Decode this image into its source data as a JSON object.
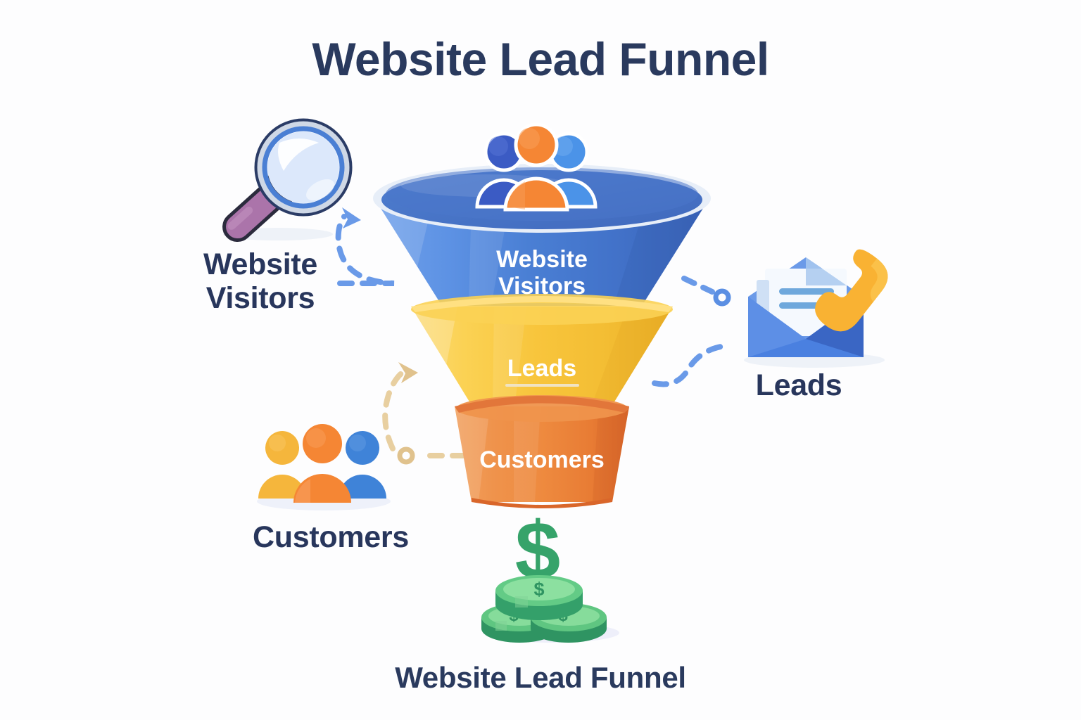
{
  "page": {
    "title": "Website Lead Funnel",
    "bottom_caption": "Website Lead Funnel",
    "background_color": "#fdfdfe",
    "heading_color": "#2a3a5e"
  },
  "funnel": {
    "stages": [
      {
        "id": "website-visitors",
        "label": "Website Visitors",
        "label_line_1": "Website",
        "label_line_2": "Visitors",
        "color": "#4a7fd4",
        "color_light": "#6c9ae8",
        "color_dark": "#3a66bb",
        "rim_color": "#dde7f5",
        "text_color": "#ffffff",
        "order": 1
      },
      {
        "id": "leads",
        "label": "Leads",
        "color": "#f8c53c",
        "color_light": "#ffd966",
        "color_dark": "#efb528",
        "rim_color": "#ffe082",
        "text_color": "#ffffff",
        "order": 2
      },
      {
        "id": "customers",
        "label": "Customers",
        "color": "#ef8b3f",
        "color_light": "#f39b55",
        "color_dark": "#dd6f2c",
        "rim_color": "#e2763a",
        "text_color": "#ffffff",
        "order": 3
      }
    ]
  },
  "side_labels": [
    {
      "id": "visitors",
      "text": "Website Visitors",
      "line_1": "Website",
      "line_2": "Visitors",
      "color": "#28365c"
    },
    {
      "id": "leads",
      "text": "Leads",
      "color": "#28365c"
    },
    {
      "id": "customers",
      "text": "Customers",
      "color": "#28365c"
    }
  ],
  "icons": [
    {
      "id": "magnifier",
      "name": "magnifying-glass-icon",
      "lens_color": "#dce8fb",
      "rim_color": "#4a7fd4",
      "rim_outline": "#2b3c66",
      "handle_color": "#a濃"
    },
    {
      "id": "people-top",
      "name": "people-group-icon",
      "person_colors": [
        "#3b5bc4",
        "#f58634",
        "#4b93e8"
      ]
    },
    {
      "id": "mail-phone",
      "name": "envelope-phone-icon",
      "envelope_color": "#4a80e0",
      "envelope_dark": "#3a66c4",
      "letter_color": "#f3f7fd",
      "letter_line_color": "#6fa8dc",
      "phone_color": "#f9b233"
    },
    {
      "id": "people-customers",
      "name": "customers-group-icon",
      "person_colors": [
        "#f5b63c",
        "#f58634",
        "#3f83d8"
      ]
    },
    {
      "id": "money",
      "name": "money-coins-icon",
      "dollar_color": "#36a36a",
      "coin_top_color": "#7ed492",
      "coin_side_color": "#34a06a"
    }
  ],
  "connectors": [
    {
      "id": "visitors-connector",
      "color": "#6a9ae8",
      "style": "dashed-curved-arrow",
      "from": "magnifying-glass-icon",
      "to": "funnel-stage-website-visitors"
    },
    {
      "id": "leads-connector",
      "color": "#6a9ae8",
      "style": "dashed-curved",
      "from": "funnel-stage-leads",
      "to": "envelope-phone-icon"
    },
    {
      "id": "customers-connector",
      "color": "#e8cfa0",
      "style": "dashed-curved-arrow",
      "from": "customers-group-icon",
      "to": "funnel-stage-customers"
    }
  ]
}
